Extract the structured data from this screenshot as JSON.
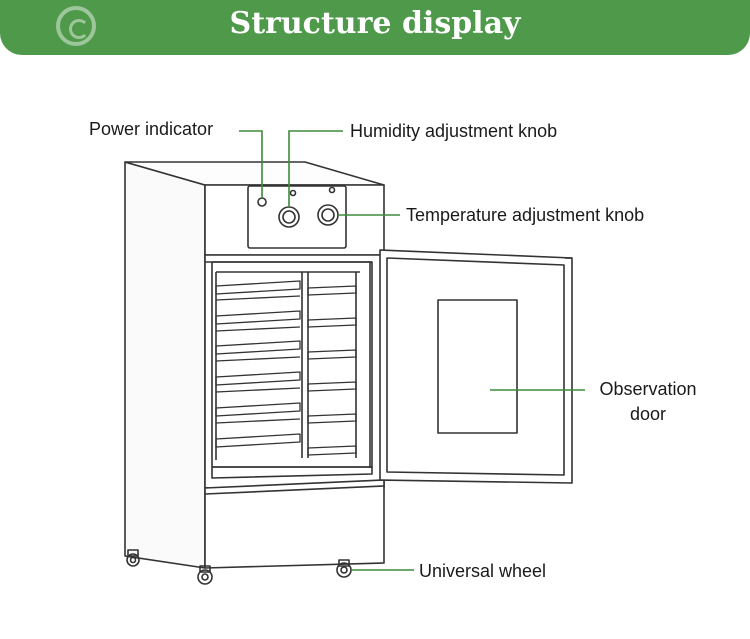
{
  "banner": {
    "title": "Structure display",
    "color": "#4e9a4a"
  },
  "callouts": {
    "power_indicator": "Power indicator",
    "humidity_knob": "Humidity  adjustment knob",
    "temperature_knob": "Temperature adjustment knob",
    "observation_door_line1": "Observation",
    "observation_door_line2": "door",
    "universal_wheel": "Universal wheel"
  },
  "colors": {
    "leader_line": "#3d8b3d",
    "outline": "#333333"
  },
  "icons": {
    "logo": "company-logo-icon"
  }
}
